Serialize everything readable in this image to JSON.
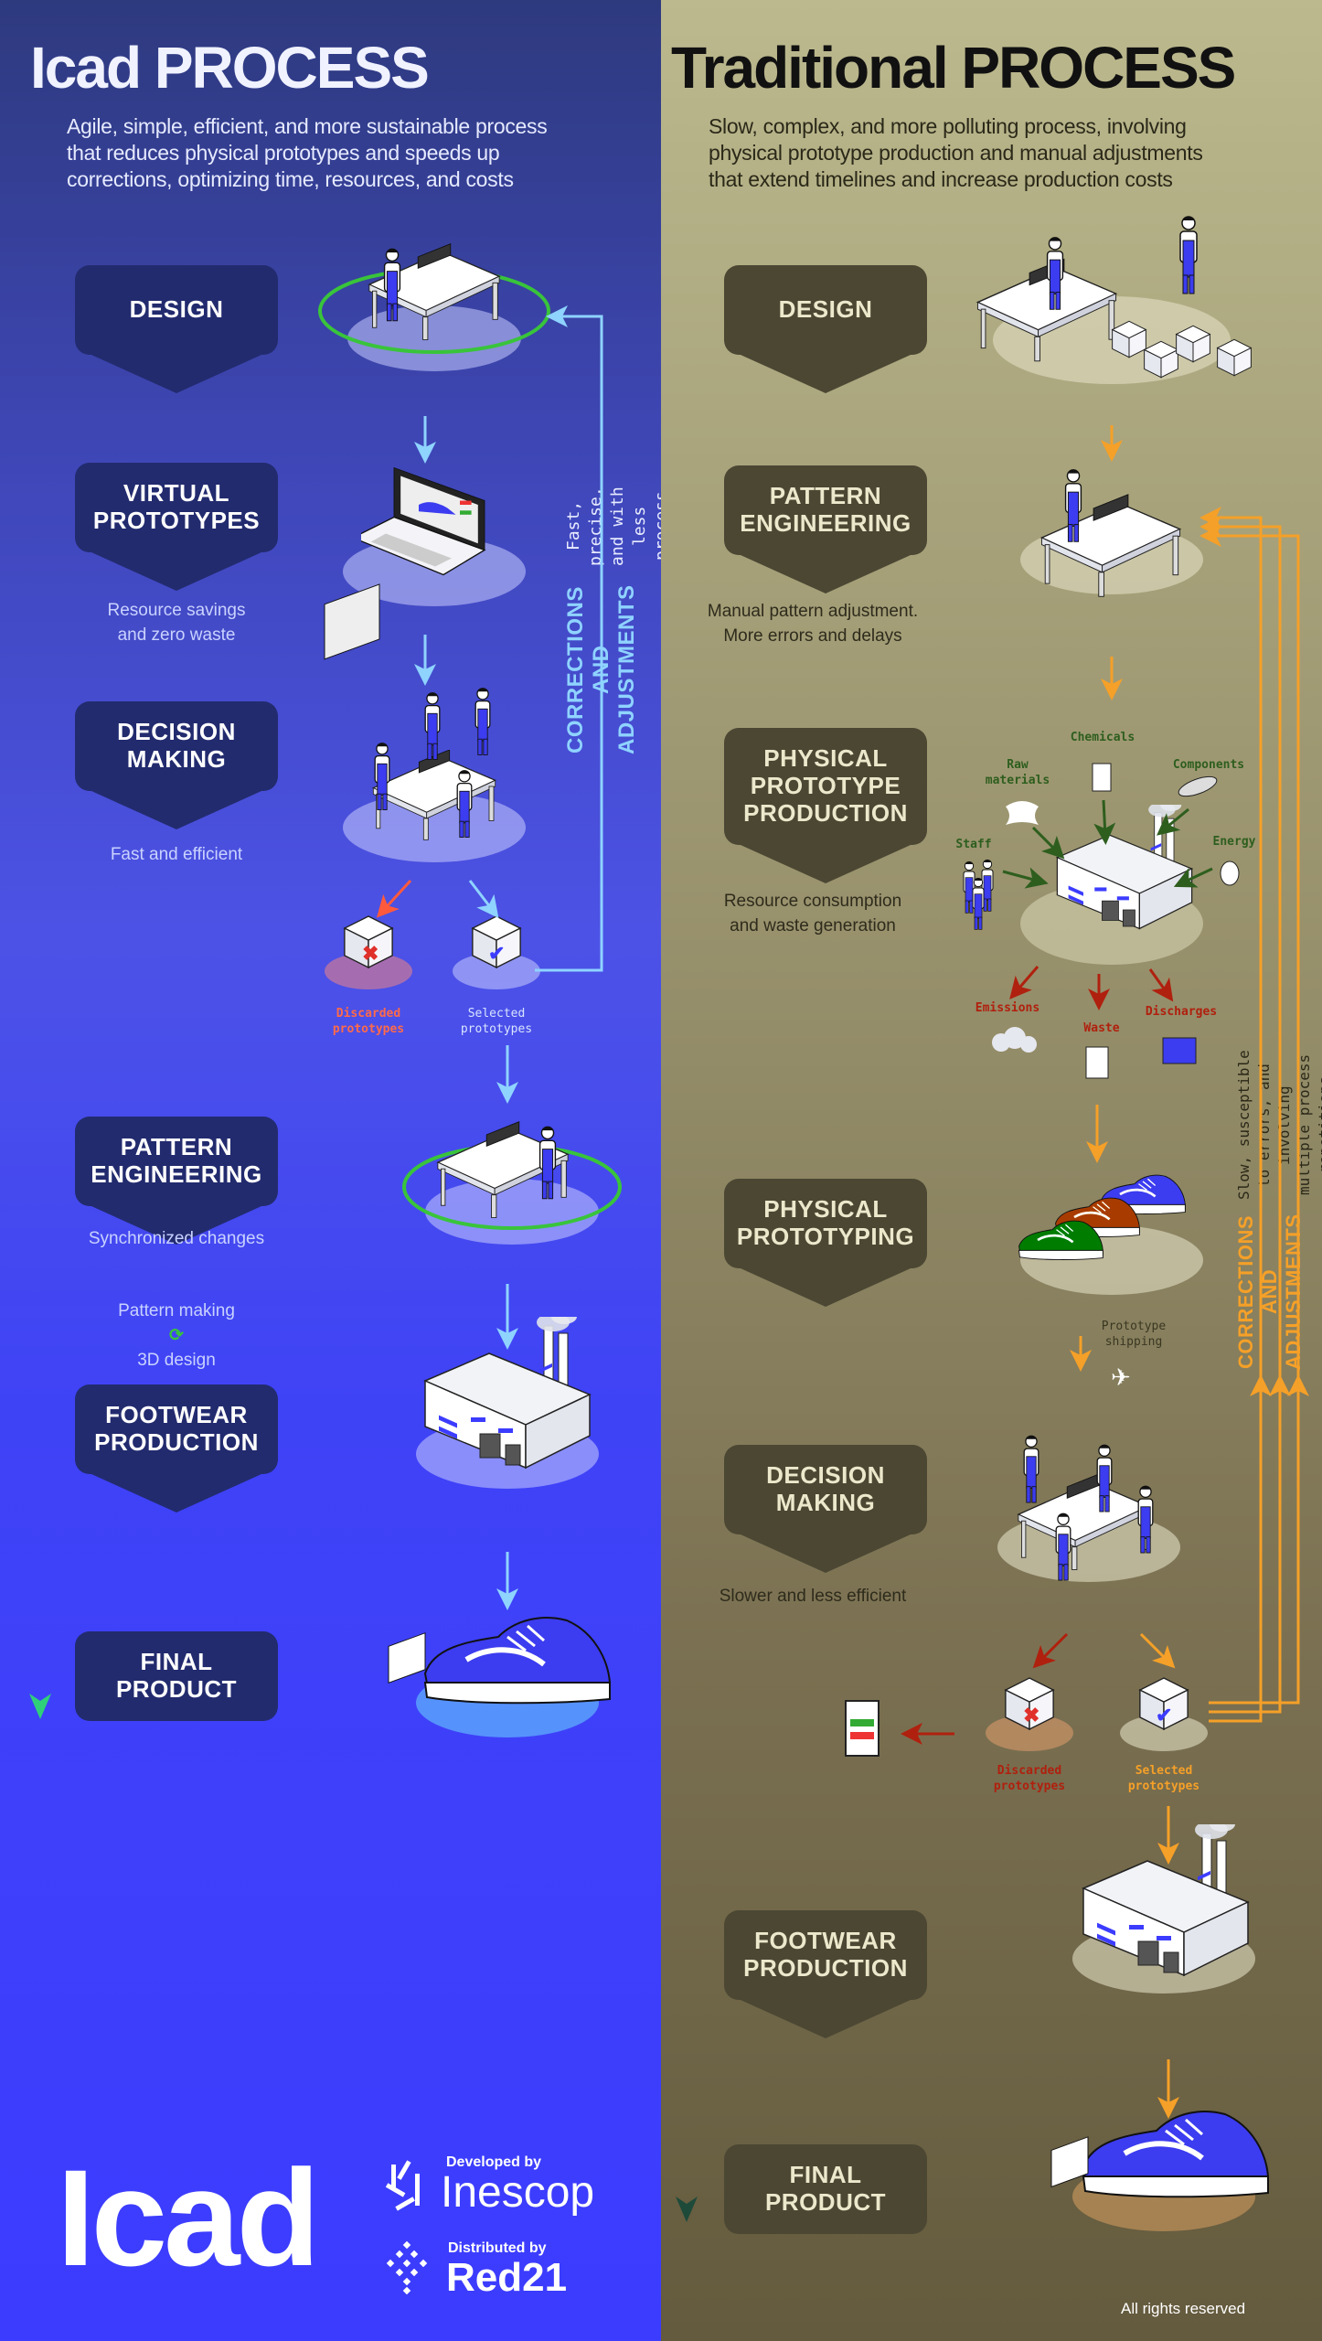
{
  "left": {
    "title": "Icad PROCESS",
    "subtitle": "Agile, simple, efficient, and more sustainable process\nthat reduces physical prototypes and speeds up\ncorrections, optimizing time, resources, and costs",
    "stages": [
      "DESIGN",
      "VIRTUAL\nPROTOTYPES",
      "DECISION\nMAKING",
      "PATTERN\nENGINEERING",
      "FOOTWEAR\nPRODUCTION",
      "FINAL\nPRODUCT"
    ],
    "captions": {
      "virtual": "Resource savings\nand zero waste",
      "decision": "Fast and efficient",
      "pattern_line1": "Synchronized changes",
      "pattern_line2a": "Pattern making",
      "pattern_line2b": "3D design"
    },
    "cubes": {
      "discarded": "Discarded\nprototypes",
      "selected": "Selected\nprototypes"
    },
    "corrections": {
      "title": "CORRECTIONS AND ADJUSTMENTS",
      "text": "Fast, precise, and with less\nprocess repetition"
    },
    "footer": {
      "logo": "Icad",
      "developed_by": "Developed by",
      "inescop": "Inescop",
      "distributed_by": "Distributed by",
      "red21": "Red21"
    }
  },
  "right": {
    "title": "Traditional PROCESS",
    "subtitle": "Slow, complex, and more polluting process, involving\nphysical prototype production and manual adjustments\nthat extend timelines and increase production costs",
    "stages": [
      "DESIGN",
      "PATTERN\nENGINEERING",
      "PHYSICAL\nPROTOTYPE\nPRODUCTION",
      "PHYSICAL\nPROTOTYPING",
      "DECISION\nMAKING",
      "FOOTWEAR\nPRODUCTION",
      "FINAL\nPRODUCT"
    ],
    "captions": {
      "pattern": "Manual pattern adjustment.\nMore errors and delays",
      "production": "Resource consumption\nand waste generation",
      "decision": "Slower and less efficient"
    },
    "factory_inputs": {
      "chemicals": "Chemicals",
      "raw": "Raw\nmaterials",
      "components": "Components",
      "staff": "Staff",
      "energy": "Energy"
    },
    "factory_outputs": {
      "emissions": "Emissions",
      "waste": "Waste",
      "discharges": "Discharges"
    },
    "shipping": "Prototype\nshipping",
    "cubes": {
      "discarded": "Discarded\nprototypes",
      "selected": "Selected\nprototypes"
    },
    "corrections": {
      "title": "CORRECTIONS AND ADJUSTMENTS",
      "text": "Slow, susceptible to errors, and involving\nmultiple process repetitions"
    },
    "rights": "All rights reserved"
  },
  "colors": {
    "icad_accent": "#8fd3ff",
    "traditional_accent": "#f5a028",
    "discard_red": "#ff5a3c",
    "sync_green": "#39c43b"
  }
}
